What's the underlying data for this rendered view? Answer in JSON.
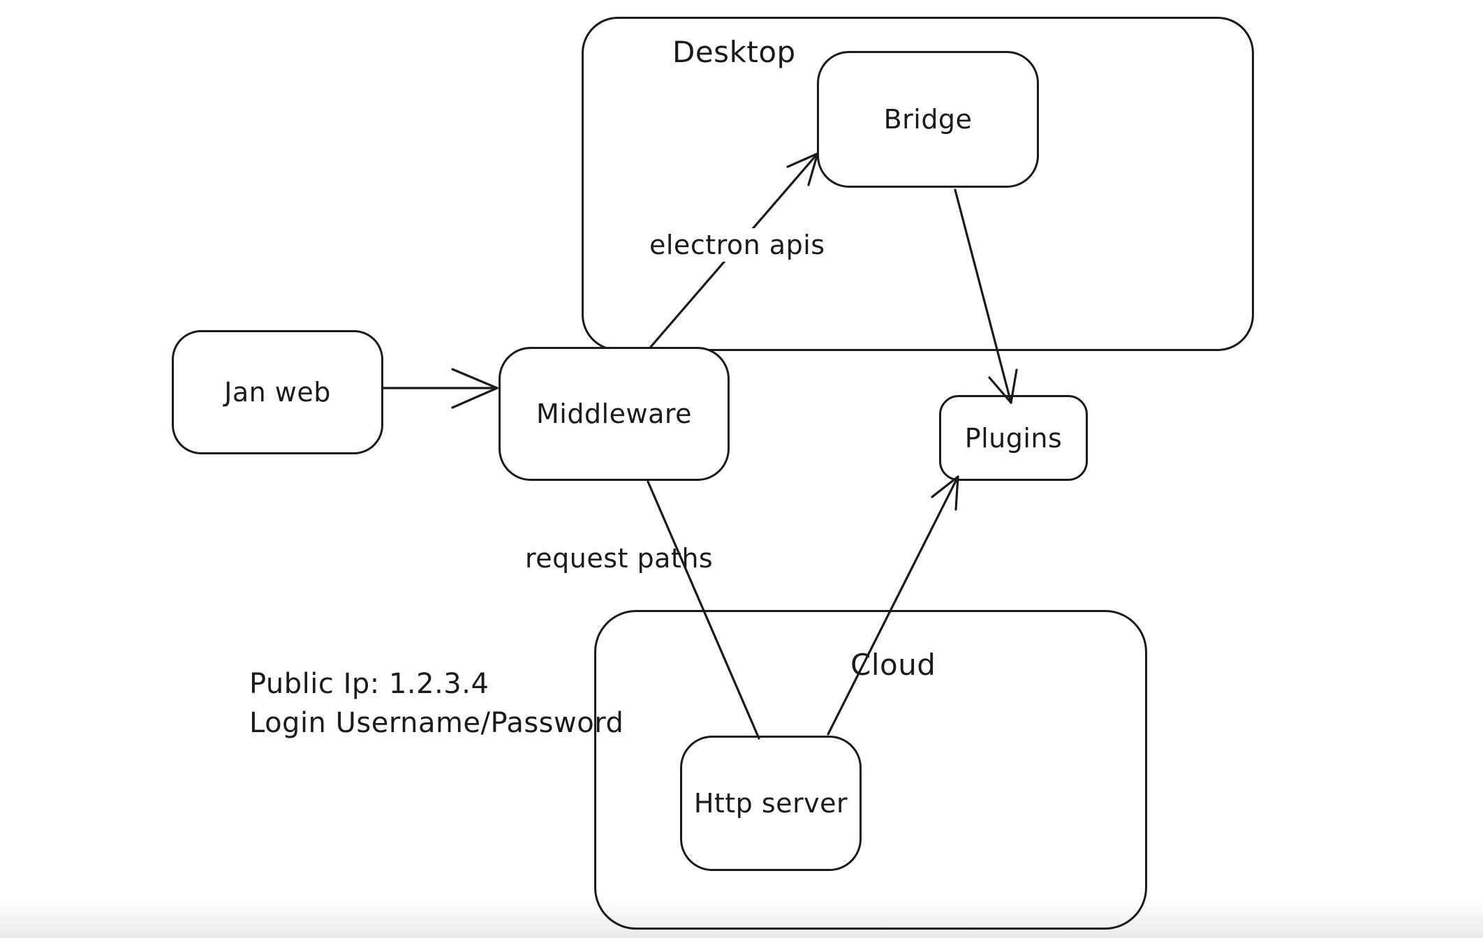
{
  "colors": {
    "stroke": "#1b1b1b",
    "background": "#ffffff"
  },
  "containers": {
    "desktop": {
      "label": "Desktop"
    },
    "cloud": {
      "label": "Cloud"
    }
  },
  "nodes": {
    "janweb": {
      "label": "Jan web"
    },
    "middleware": {
      "label": "Middleware"
    },
    "bridge": {
      "label": "Bridge"
    },
    "plugins": {
      "label": "Plugins"
    },
    "httpserver": {
      "label": "Http server"
    }
  },
  "edges": [
    {
      "id": "janweb-to-middleware",
      "from": "Jan web",
      "to": "Middleware",
      "label": ""
    },
    {
      "id": "middleware-to-bridge",
      "from": "Middleware",
      "to": "Bridge",
      "label": "electron apis"
    },
    {
      "id": "bridge-to-plugins",
      "from": "Bridge",
      "to": "Plugins",
      "label": ""
    },
    {
      "id": "middleware-to-httpserver",
      "from": "Middleware",
      "to": "Http server",
      "label": "request paths"
    },
    {
      "id": "httpserver-to-plugins",
      "from": "Http server",
      "to": "Plugins",
      "label": ""
    }
  ],
  "annotations": {
    "public_ip": "Public Ip: 1.2.3.4",
    "login": "Login Username/Password"
  }
}
